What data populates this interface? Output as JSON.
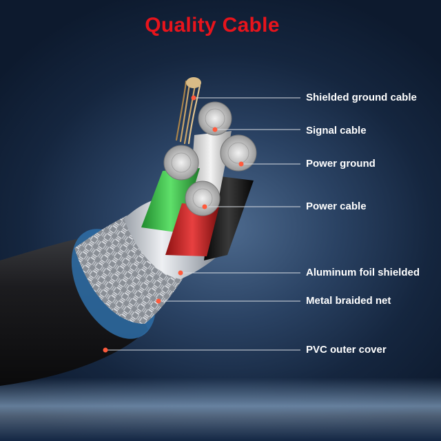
{
  "title": {
    "text": "Quality Cable",
    "color": "#e8141c"
  },
  "callouts": [
    {
      "label": "Shielded ground cable"
    },
    {
      "label": "Signal cable"
    },
    {
      "label": "Power ground"
    },
    {
      "label": "Power cable"
    },
    {
      "label": "Aluminum foil shielded"
    },
    {
      "label": "Metal braided net"
    },
    {
      "label": "PVC outer cover"
    }
  ],
  "colors": {
    "leader_line": "#d9dde3",
    "dot": "#ff5a3c",
    "wire_green": "#3bbf4a",
    "wire_red": "#d42525",
    "wire_white": "#e6e6e6",
    "wire_black": "#1b1b1b",
    "jacket": "#1a1a1c",
    "copper": "#c9a46a"
  }
}
